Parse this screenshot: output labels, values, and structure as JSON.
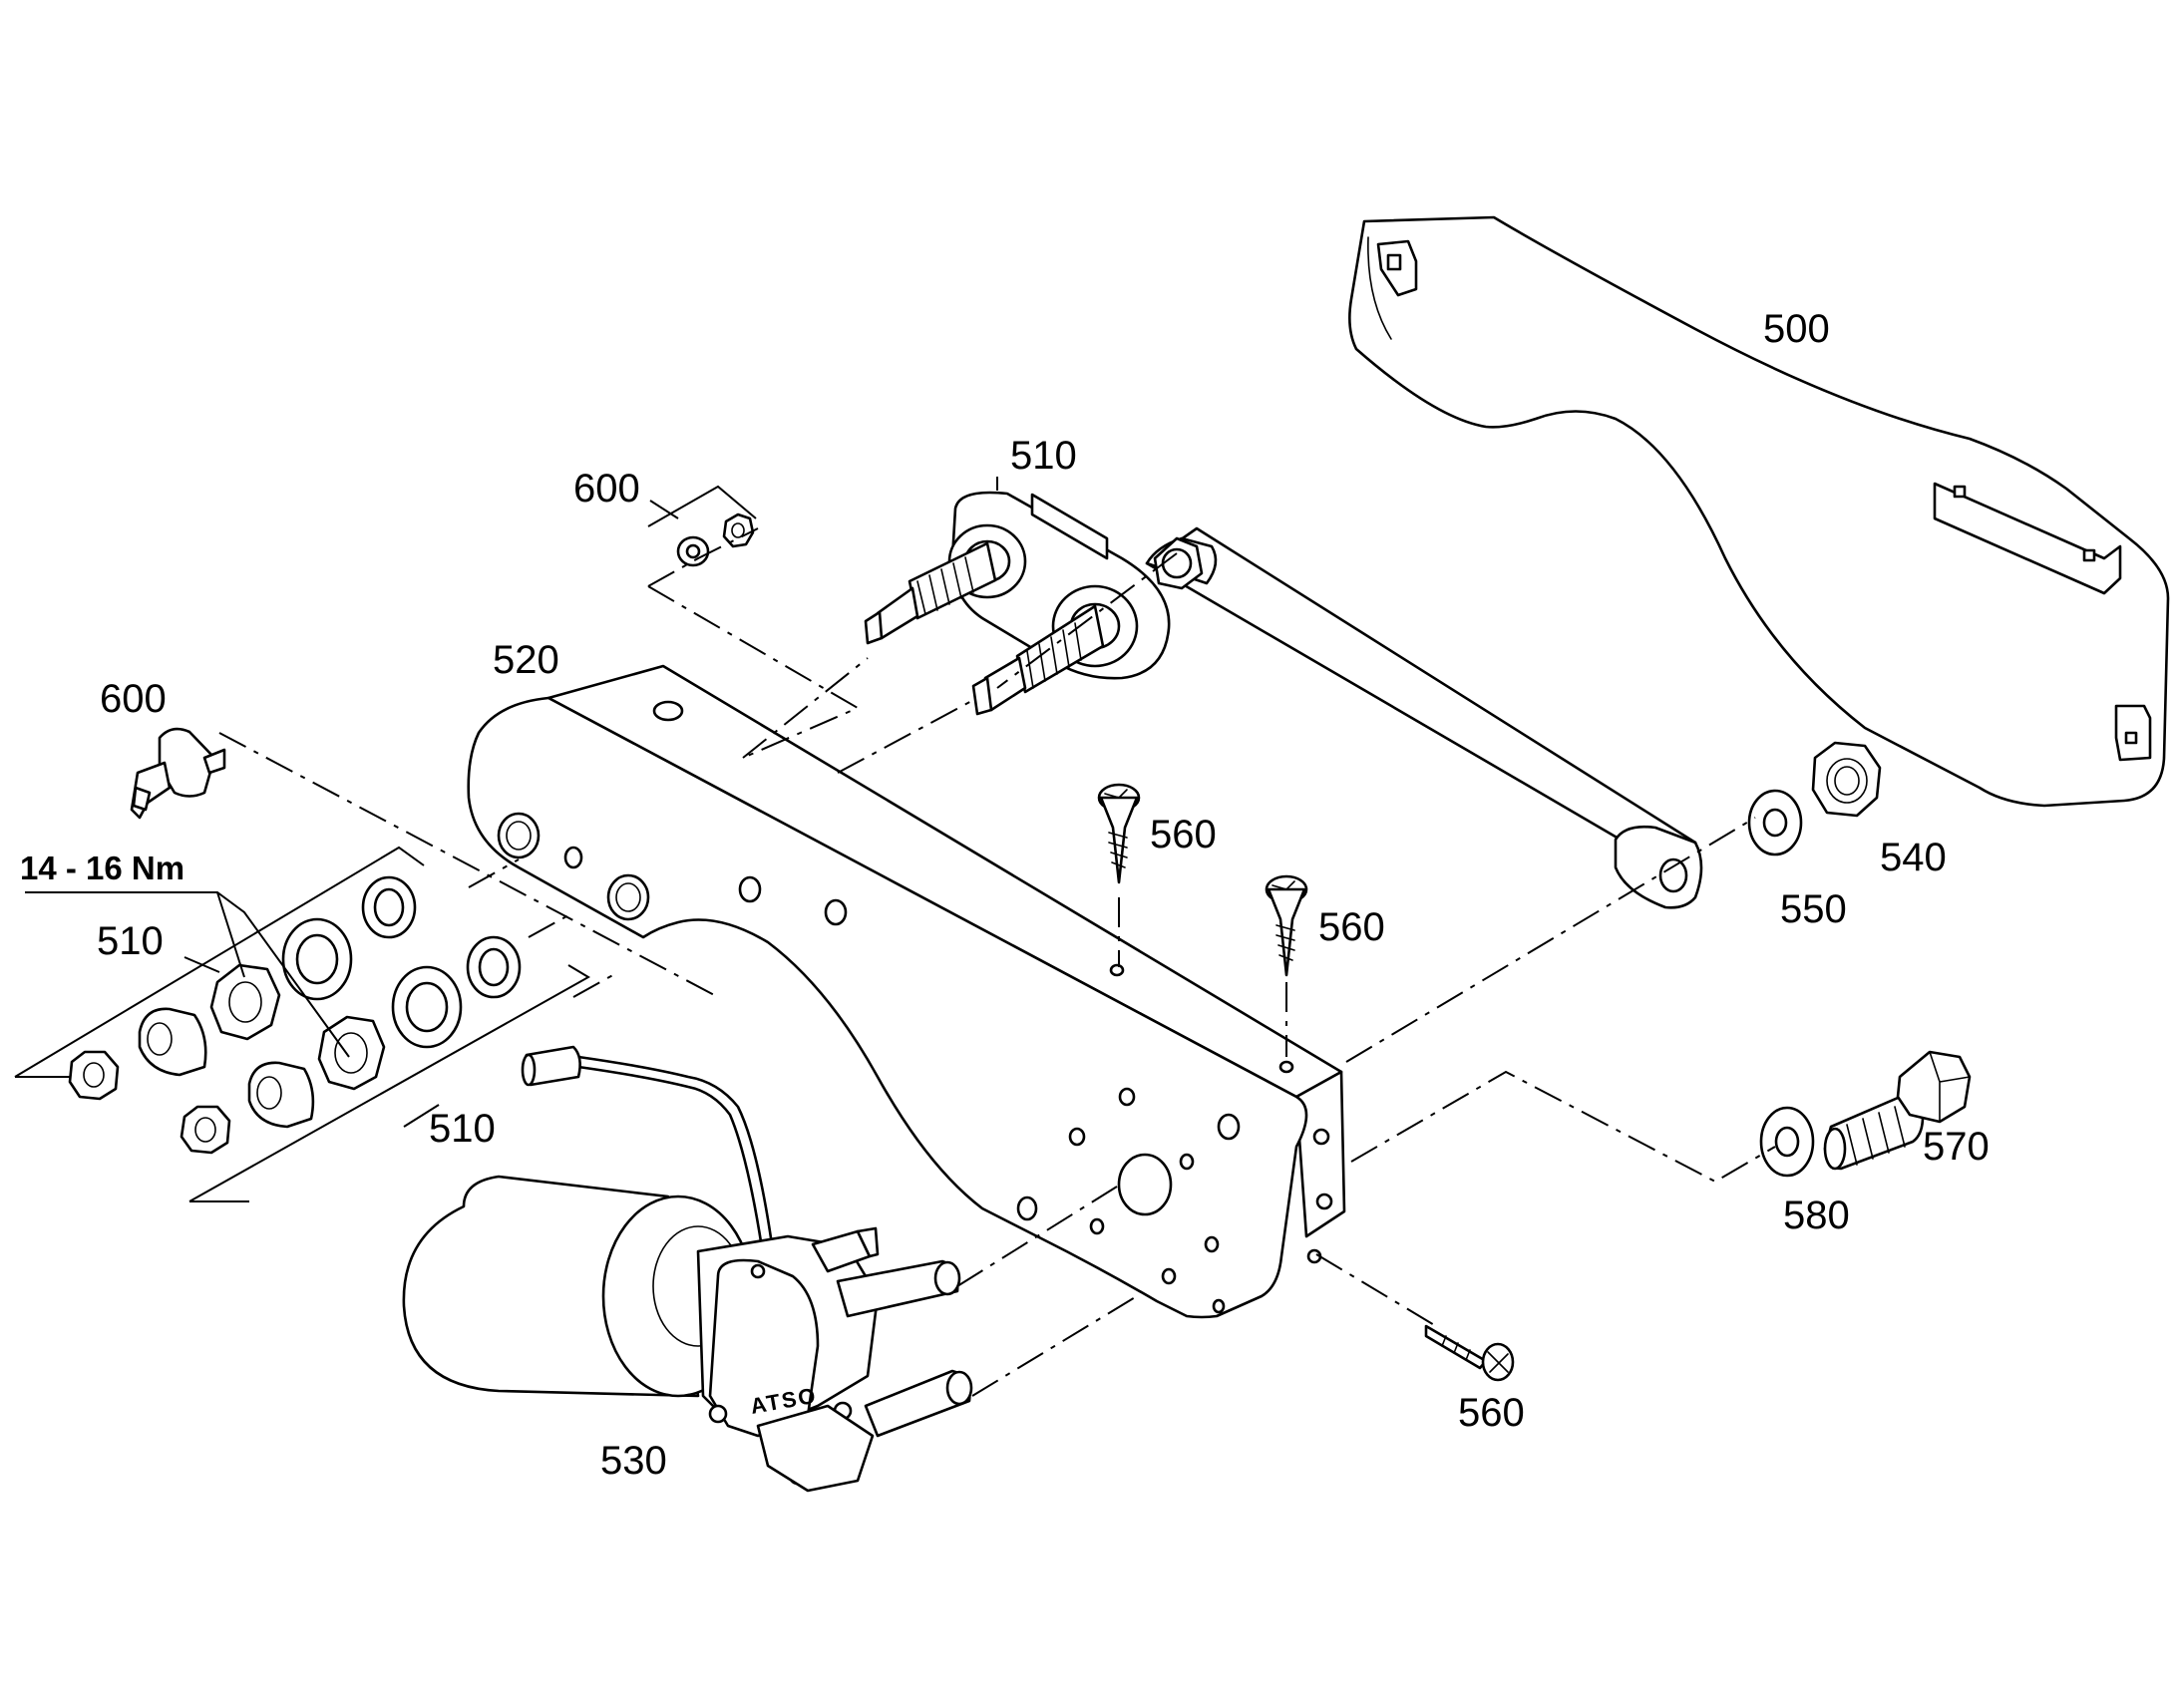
{
  "diagram": {
    "labels": {
      "p500": "500",
      "p510_top": "510",
      "p510_left": "510",
      "p510_bottom": "510",
      "p520": "520",
      "p530": "530",
      "p540": "540",
      "p550": "550",
      "p560_a": "560",
      "p560_b": "560",
      "p560_c": "560",
      "p570": "570",
      "p580": "580",
      "p600_top": "600",
      "p600_left": "600"
    },
    "torque": "14 - 16 Nm",
    "motor_marking": "ATSO"
  }
}
